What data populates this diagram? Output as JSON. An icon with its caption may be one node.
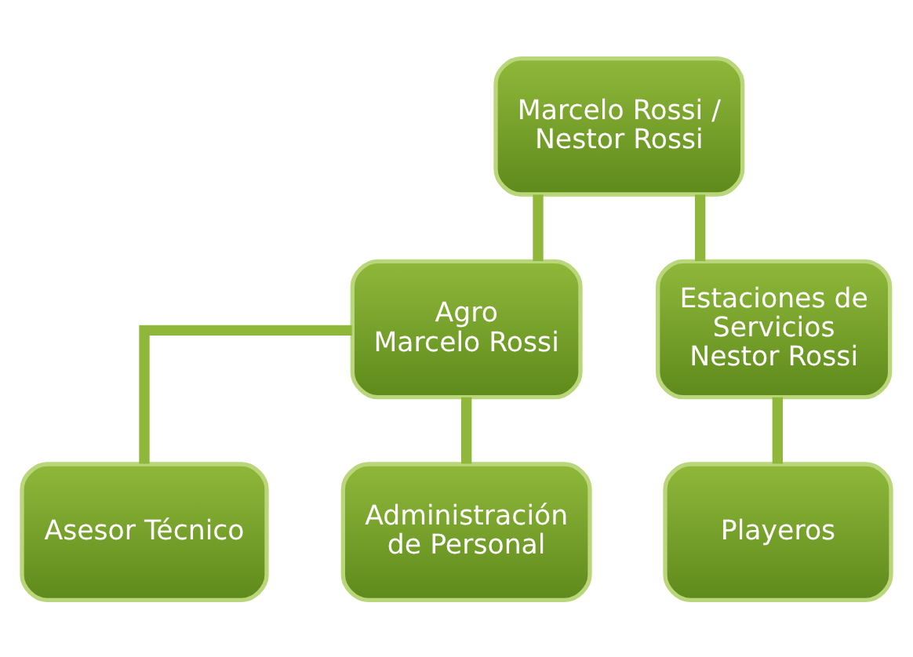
{
  "diagram": {
    "nodes": [
      {
        "text": [
          "Marcelo Rossi / Nestor Rossi"
        ]
      },
      {
        "text": [
          "Agro",
          "Marcelo Rossi"
        ]
      },
      {
        "text": [
          "Estaciones de Servicios",
          "Nestor Rossi"
        ]
      },
      {
        "text": [
          "Asesor Técnico"
        ]
      },
      {
        "text": [
          "Administración de Personal"
        ]
      },
      {
        "text": [
          "Playeros"
        ]
      }
    ],
    "edges": [
      {
        "from": 0,
        "to": 1,
        "arrow": "none"
      },
      {
        "from": 0,
        "to": 2,
        "arrow": "none"
      },
      {
        "from": 1,
        "to": 3,
        "arrow": "none"
      },
      {
        "from": 1,
        "to": 4,
        "arrow": "none"
      },
      {
        "from": 2,
        "to": 5,
        "arrow": "none"
      }
    ]
  }
}
